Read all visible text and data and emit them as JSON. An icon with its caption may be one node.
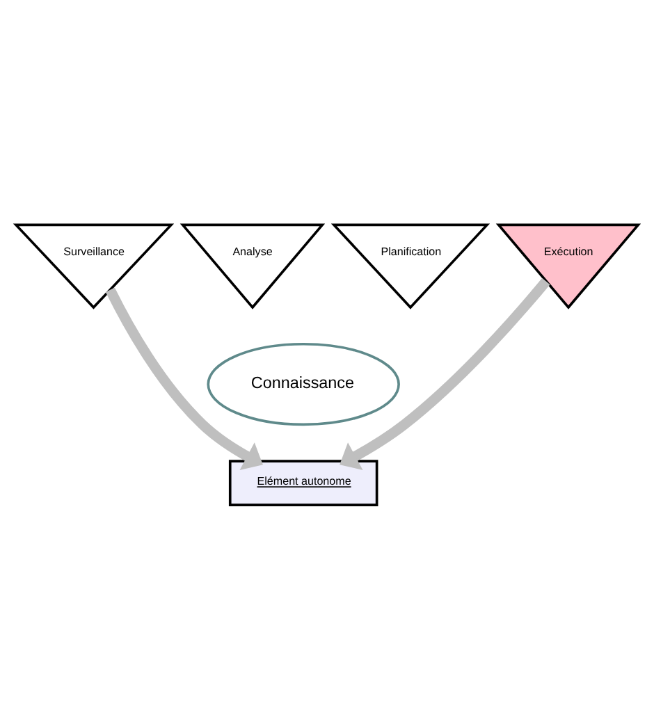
{
  "diagram": {
    "nodes": [
      {
        "text": [
          "Surveillance"
        ]
      },
      {
        "text": [
          "Analyse"
        ]
      },
      {
        "text": [
          "Planification"
        ]
      },
      {
        "text": [
          "Exécution"
        ]
      },
      {
        "text": [
          "Connaissance"
        ]
      },
      {
        "text": [
          "Elément autonome"
        ]
      }
    ],
    "edges": [
      {
        "from": 0,
        "to": 5,
        "arrow": "to"
      },
      {
        "from": 3,
        "to": 5,
        "arrow": "to"
      }
    ]
  }
}
